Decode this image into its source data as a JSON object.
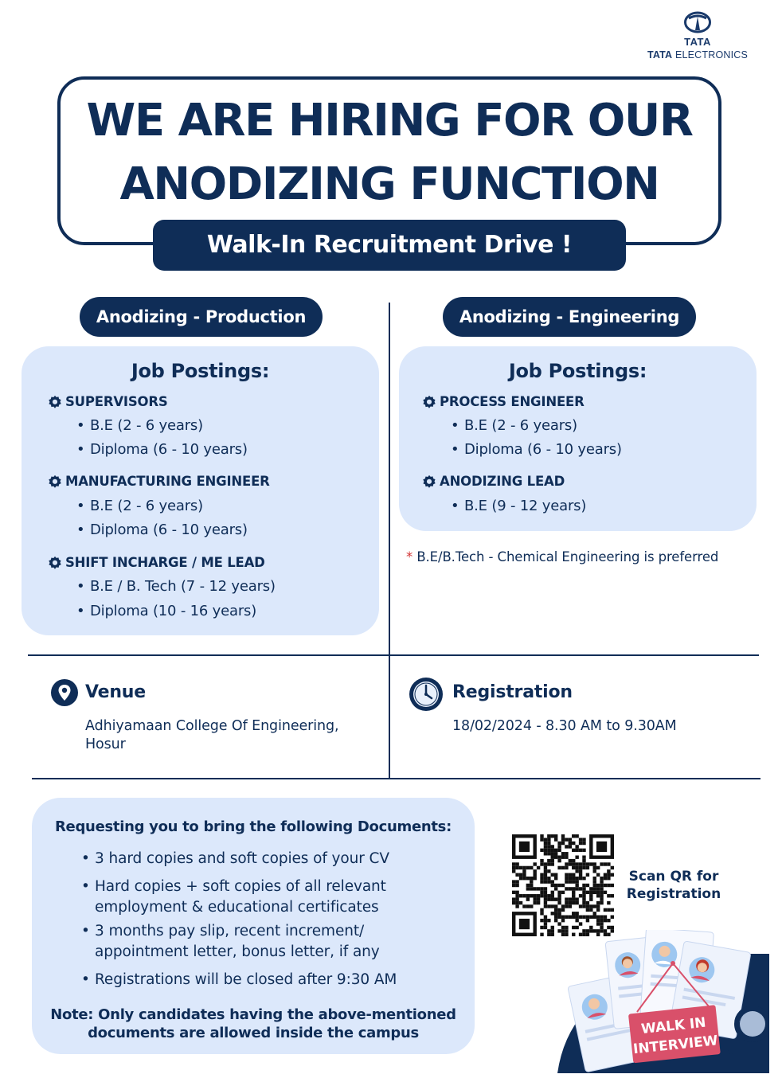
{
  "logo": {
    "brand": "TATA",
    "name_bold": "TATA",
    "name_rest": " ELECTRONICS"
  },
  "headline": {
    "line1": "WE ARE HIRING FOR OUR",
    "line2": "ANODIZING FUNCTION"
  },
  "drive_label": "Walk-In Recruitment Drive !",
  "production": {
    "pill": "Anodizing - Production",
    "title": "Job Postings:",
    "roles": [
      {
        "name": "SUPERVISORS",
        "items": [
          "B.E (2 - 6 years)",
          "Diploma (6 - 10 years)"
        ]
      },
      {
        "name": "MANUFACTURING ENGINEER",
        "items": [
          "B.E (2 - 6 years)",
          "Diploma (6 - 10 years)"
        ]
      },
      {
        "name": "SHIFT INCHARGE / ME LEAD",
        "items": [
          "B.E / B. Tech (7 - 12 years)",
          "Diploma (10 - 16 years)"
        ]
      }
    ]
  },
  "engineering": {
    "pill": "Anodizing - Engineering",
    "title": "Job Postings:",
    "roles": [
      {
        "name": "PROCESS ENGINEER",
        "items": [
          "B.E (2 - 6 years)",
          "Diploma (6 - 10 years)"
        ]
      },
      {
        "name": "ANODIZING LEAD",
        "items": [
          "B.E (9 - 12 years)"
        ]
      }
    ],
    "note_star": "*",
    "note": "B.E/B.Tech - Chemical Engineering is preferred"
  },
  "venue": {
    "heading": "Venue",
    "line1": "Adhiyamaan College Of Engineering,",
    "line2": "Hosur"
  },
  "registration": {
    "heading": "Registration",
    "text": "18/02/2024 - 8.30 AM to 9.30AM"
  },
  "documents": {
    "title": "Requesting you to bring the following Documents:",
    "items": [
      [
        "3 hard copies and soft copies of your CV"
      ],
      [
        "Hard copies + soft copies of all relevant",
        "employment & educational certificates"
      ],
      [
        "3 months pay slip, recent increment/",
        "appointment letter, bonus letter, if any"
      ],
      [
        "Registrations will be closed after 9:30 AM"
      ]
    ],
    "note_line1": "Note: Only candidates having the above-mentioned",
    "note_line2": "documents are allowed inside the campus"
  },
  "qr": {
    "line1": "Scan QR for",
    "line2": "Registration"
  },
  "walkin_sign": {
    "line1": "WALK IN",
    "line2": "INTERVIEW"
  },
  "colors": {
    "navy": "#0f2d57",
    "panel": "#dce8fb",
    "accent_red": "#d23535",
    "sign_pink": "#d9506a"
  }
}
